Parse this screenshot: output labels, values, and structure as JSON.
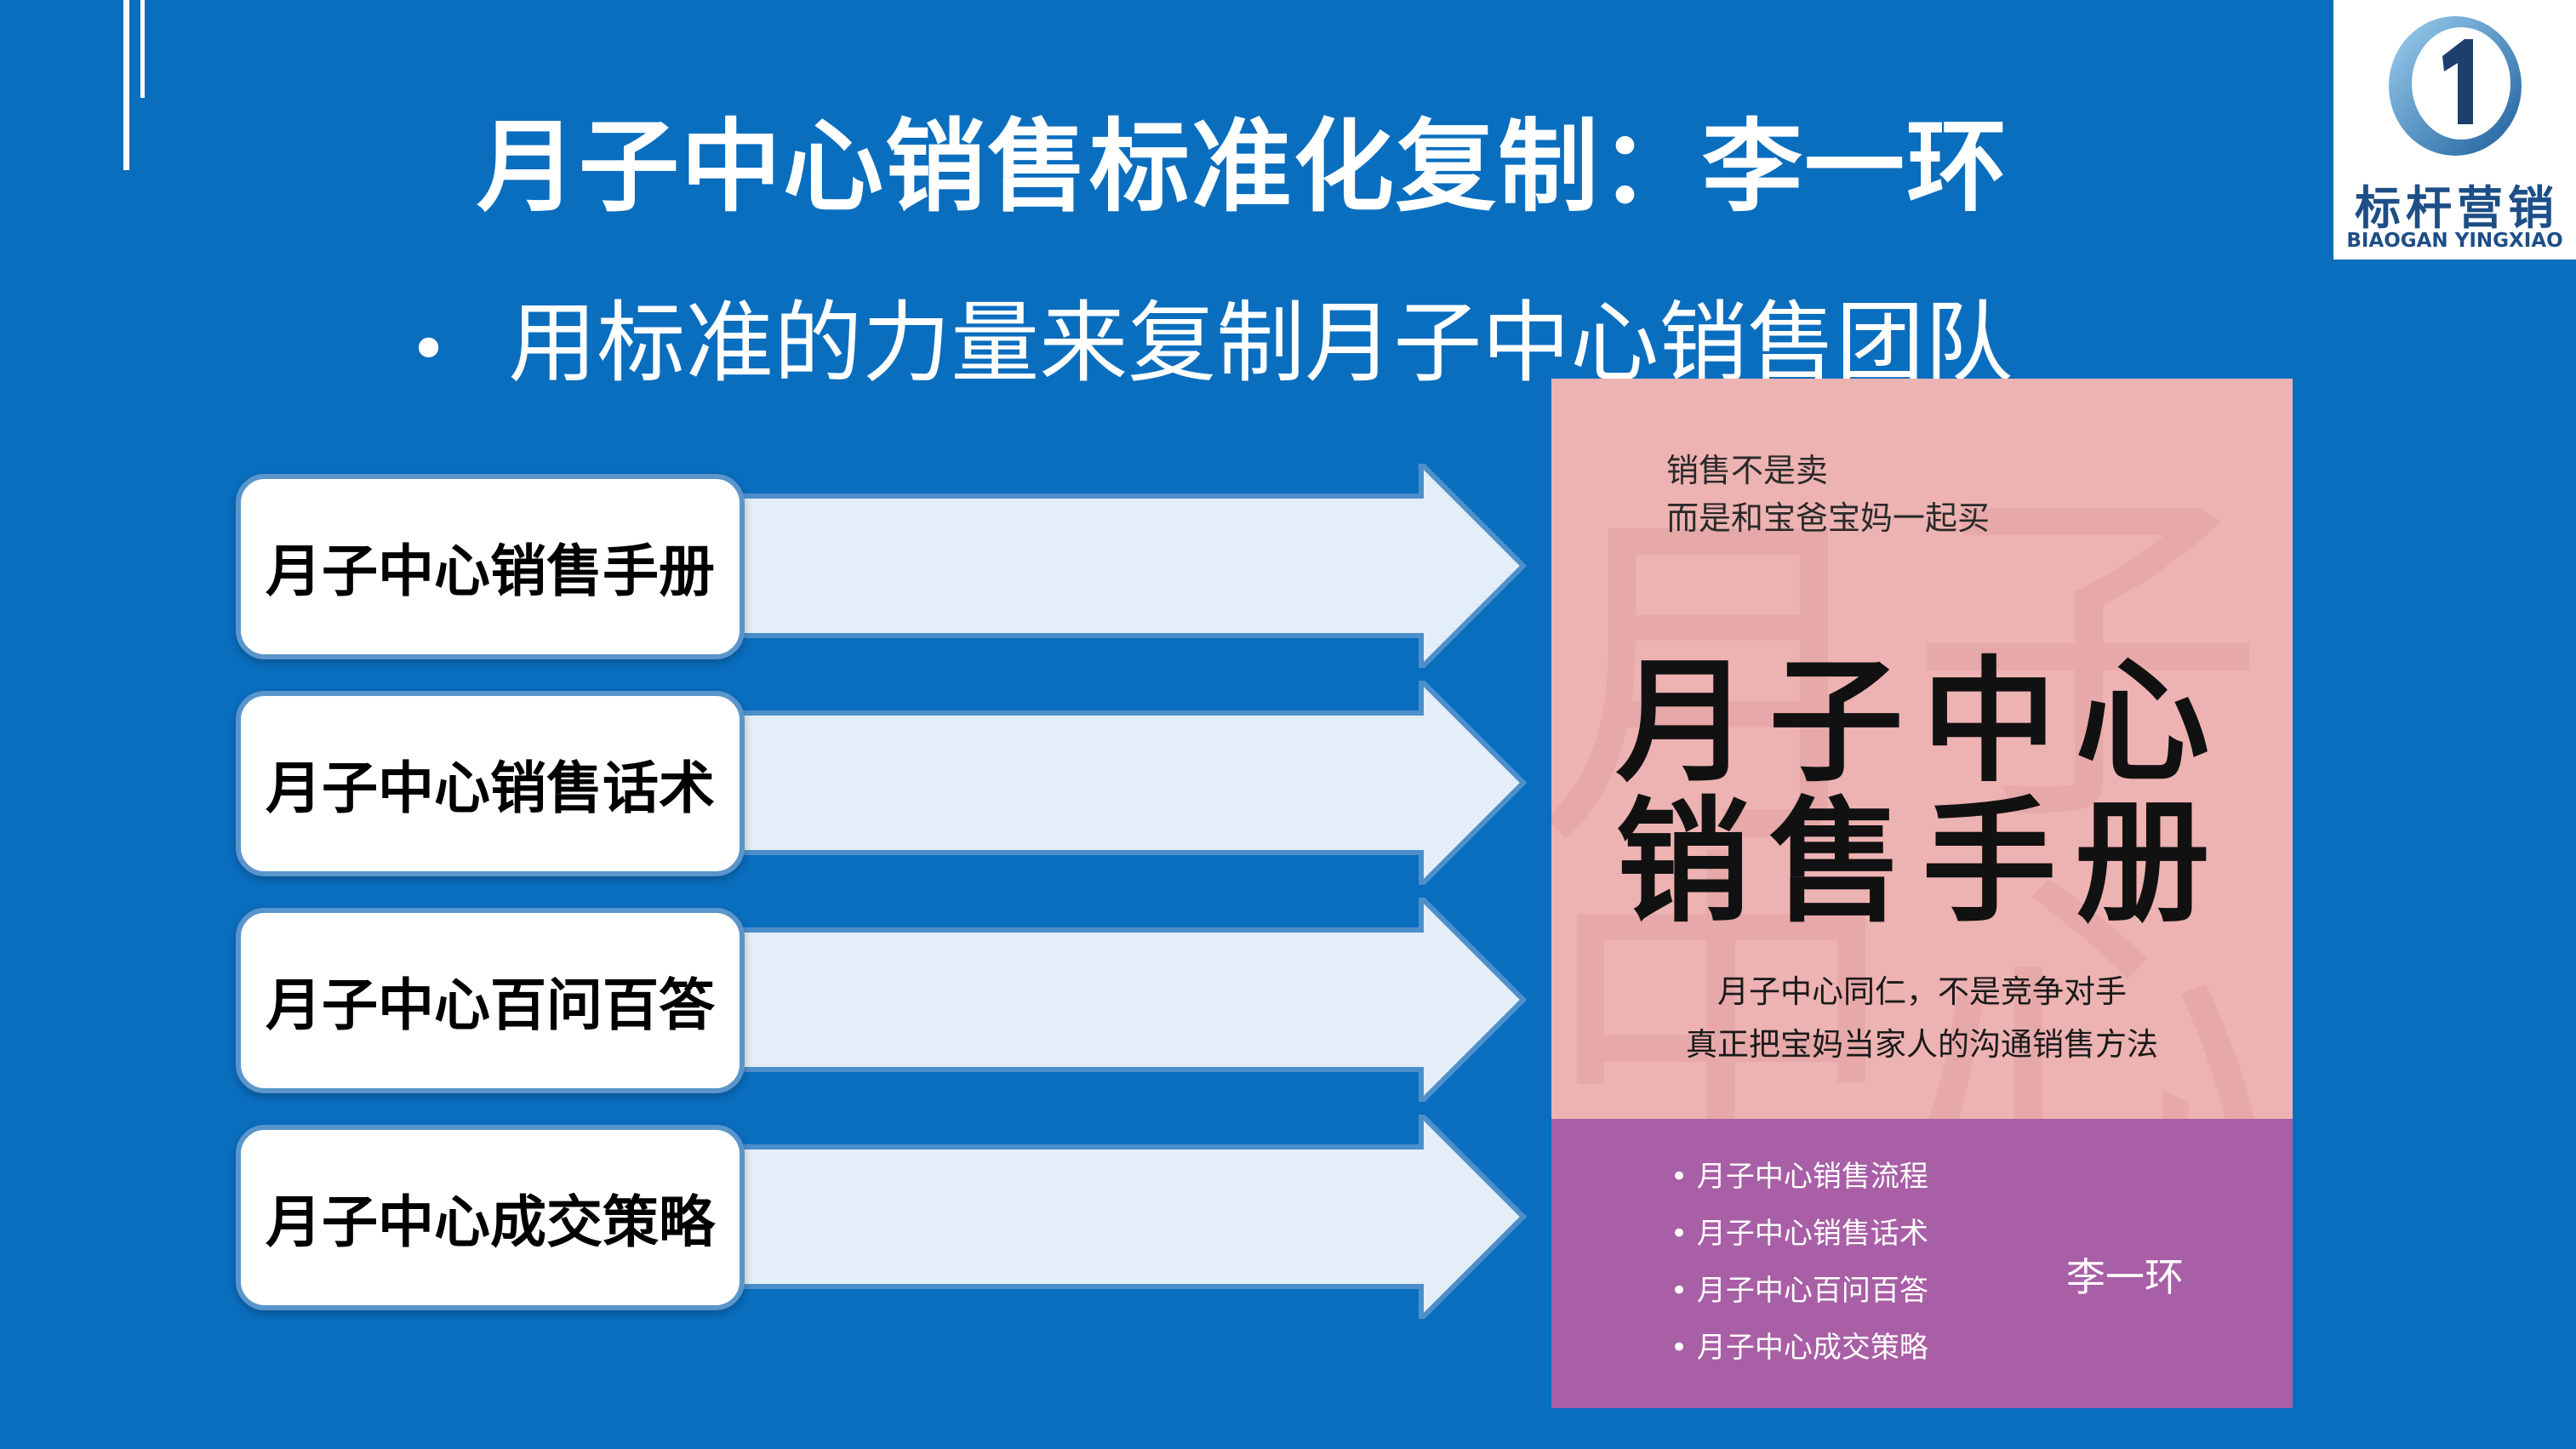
{
  "slide": {
    "title": "月子中心销售标准化复制：李一环",
    "subtitle": "用标准的力量来复制月子中心销售团队",
    "bullet": "•"
  },
  "logo": {
    "cn": "标杆营销",
    "en": "BIAOGAN YINGXIAO",
    "mark": "1"
  },
  "items": [
    {
      "label": "月子中心销售手册"
    },
    {
      "label": "月子中心销售话术"
    },
    {
      "label": "月子中心百问百答"
    },
    {
      "label": "月子中心成交策略"
    }
  ],
  "book": {
    "tagline_1": "销售不是卖",
    "tagline_2": "而是和宝爸宝妈一起买",
    "title_line_1": "月子中心",
    "title_line_2": "销售手册",
    "desc_1": "月子中心同仁，不是竞争对手",
    "desc_2": "真正把宝妈当家人的沟通销售方法",
    "contents": [
      "• 月子中心销售流程",
      "• 月子中心销售话术",
      "• 月子中心百问百答",
      "• 月子中心成交策略"
    ],
    "author": "李一环"
  },
  "colors": {
    "background": "#0a6ebf",
    "arrow_fill": "#e3eef8",
    "arrow_border": "#4d8fcb",
    "book_pink": "#edb2b2",
    "book_band": "#a95fa6",
    "logo_blue": "#1d4e87"
  }
}
